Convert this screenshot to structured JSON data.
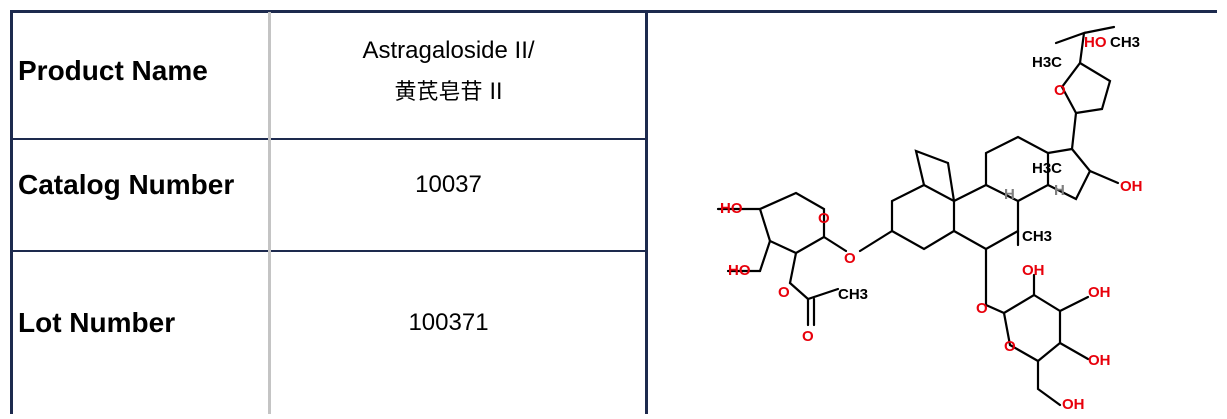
{
  "table": {
    "rows": [
      {
        "label": "Product Name",
        "value_line1": "Astragaloside II/",
        "value_line2": "黄芪皂苷 II"
      },
      {
        "label": "Catalog Number",
        "value": "10037"
      },
      {
        "label": "Lot Number",
        "value": "100371"
      }
    ]
  },
  "structure": {
    "atoms": {
      "ho": "HO",
      "oh": "OH",
      "o": "O",
      "h": "H",
      "h3c": "H3C",
      "ch3": "CH3"
    }
  },
  "colors": {
    "border": "#1d2a4e",
    "divider": "#c4c4c4",
    "heteroatom": "#e8000b",
    "bond": "#000000"
  }
}
